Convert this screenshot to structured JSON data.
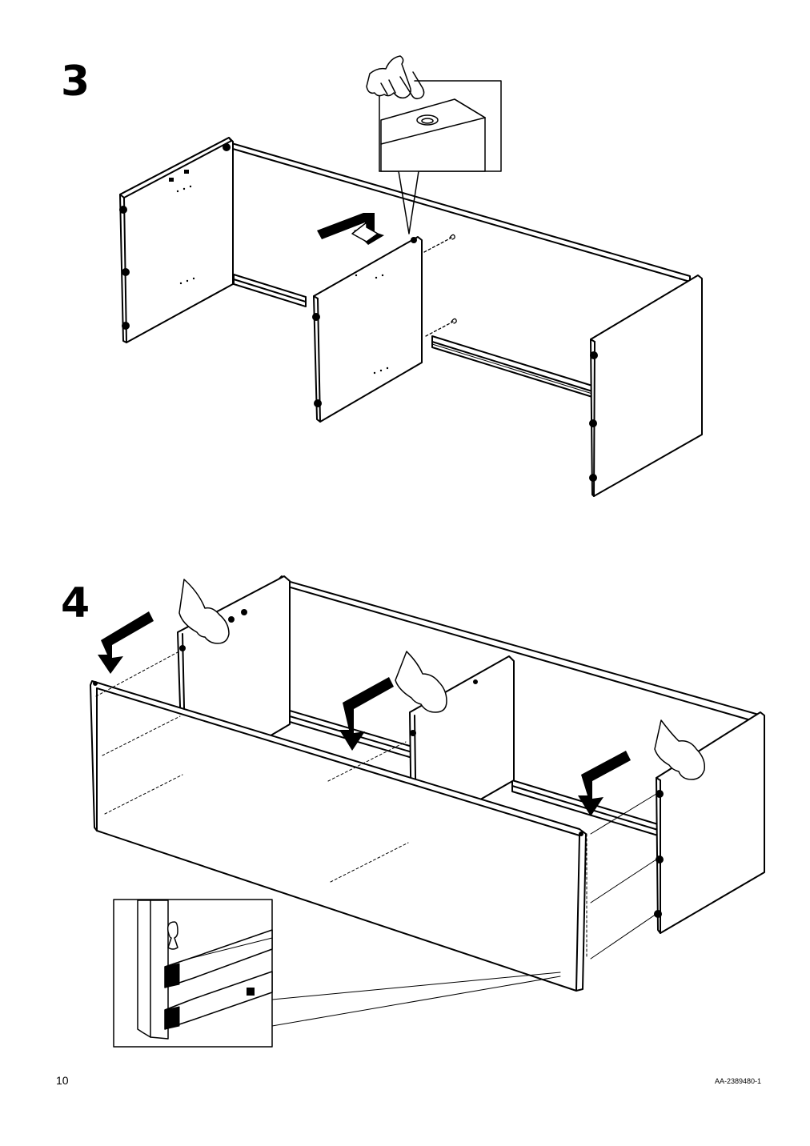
{
  "steps": [
    {
      "number": "3"
    },
    {
      "number": "4"
    }
  ],
  "footer": {
    "page_number": "10",
    "document_code": "AA-2389480-1"
  },
  "icons": {
    "step3_callout": "finger-pointing-hole-icon",
    "step4_callout": "keyhole-rail-detail-icon",
    "arrows": "down-arrow-icon",
    "hands": "hand-icon"
  }
}
